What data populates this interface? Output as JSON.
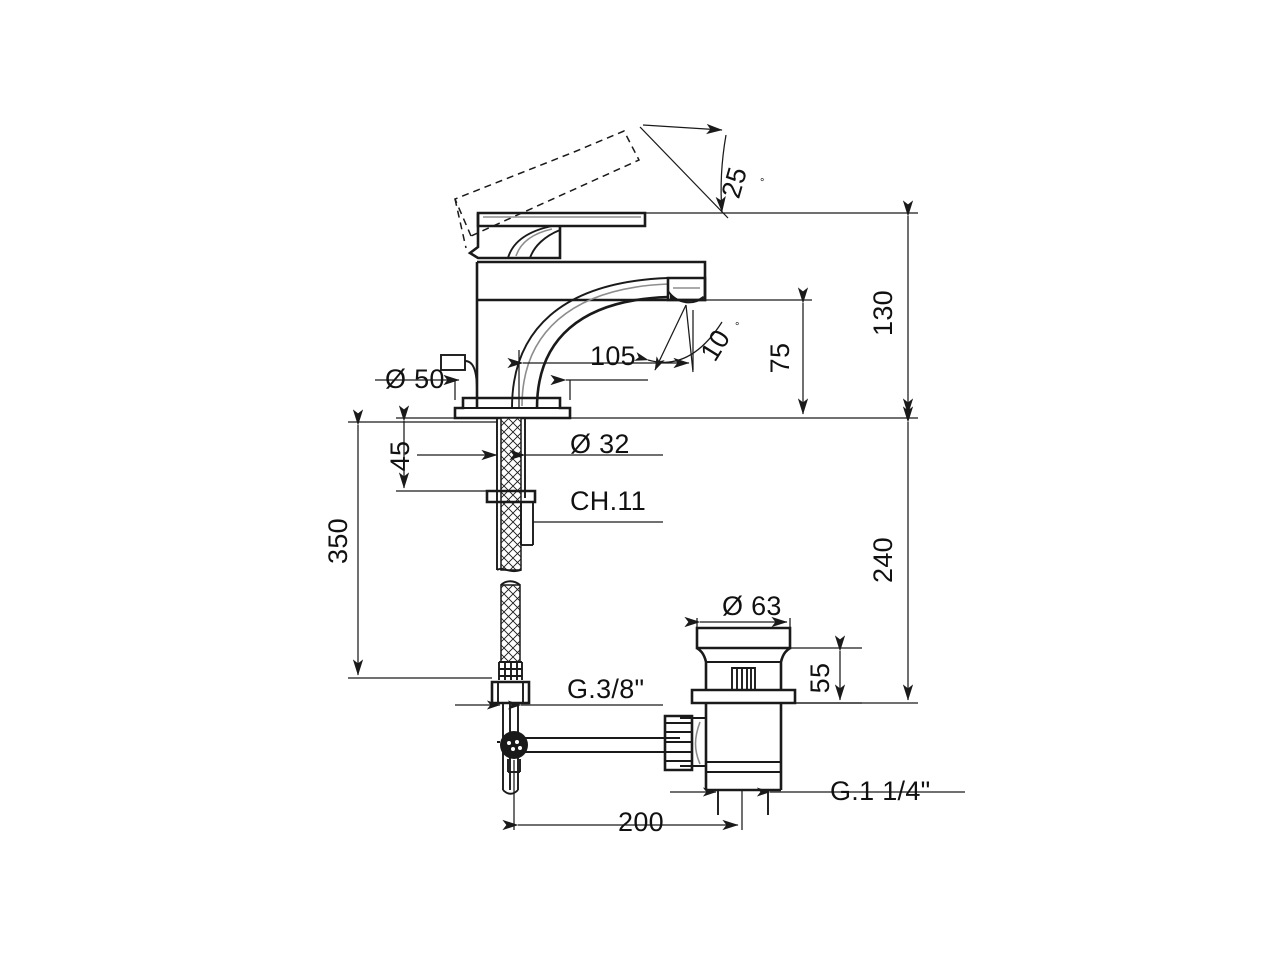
{
  "document": {
    "type": "technical-drawing",
    "subject": "single-lever basin mixer tap with pop-up waste",
    "units": "mm",
    "background_color": "#ffffff",
    "line_color": "#1a1a1a",
    "highlight_color": "#8d8d8d"
  },
  "dimensions": {
    "handle_lift_angle": "25",
    "handle_lift_angle_unit": "°",
    "spout_swivel_angle": "10",
    "spout_swivel_angle_unit": "°",
    "spout_height": "130",
    "aerator_height": "75",
    "spout_reach": "105",
    "base_diameter": "Ø 50",
    "shank_diameter": "Ø 32",
    "max_deck_thickness": "45",
    "wrench_size": "CH.11",
    "hose_length": "350",
    "supply_thread": "G.3/8\"",
    "drain_flange_diameter": "Ø 63",
    "drain_body_height": "55",
    "waste_depth": "240",
    "drain_offset": "200",
    "waste_thread": "G.1 1/4\""
  },
  "labels": {
    "angle_25": "25",
    "angle_10": "10",
    "degree_symbol": "°",
    "dim_130": "130",
    "dim_75": "75",
    "dim_105": "105",
    "dim_dia_50": "Ø 50",
    "dim_dia_32": "Ø 32",
    "dim_45": "45",
    "dim_ch11": "CH.11",
    "dim_350": "350",
    "dim_g38": "G.3/8\"",
    "dim_dia_63": "Ø 63",
    "dim_55": "55",
    "dim_240": "240",
    "dim_200": "200",
    "dim_g114": "G.1 1/4\""
  }
}
